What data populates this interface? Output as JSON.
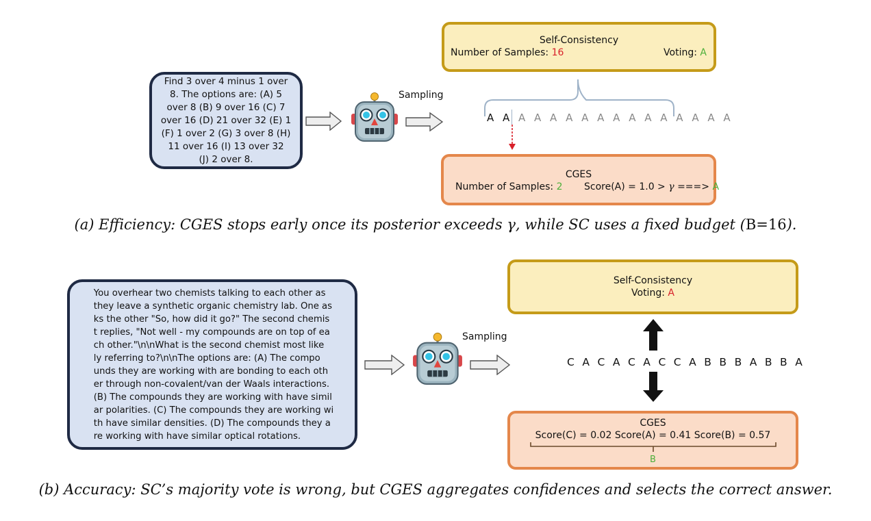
{
  "panel_a": {
    "question_lines": [
      "Find 3 over 4 minus 1 over",
      "8. The options are: (A) 5",
      "over 8 (B) 9 over 16 (C) 7",
      "over 16 (D) 21 over 32 (E) 1",
      "(F) 1 over 2 (G) 3 over 8 (H)",
      "11 over 16 (I) 13 over 32",
      "(J) 2 over 8."
    ],
    "sampling_label": "Sampling",
    "sc": {
      "title": "Self-Consistency",
      "samples_label": "Number of Samples: ",
      "samples_value": "16",
      "voting_label": "Voting: ",
      "voting_value": "A"
    },
    "early_letters": "A A",
    "rest_letters": "A A A A A A A A A A A A A A",
    "cges": {
      "title": "CGES",
      "samples_label": "Number of Samples: ",
      "samples_value": "2",
      "score_text": "Score(A) = 1.0 > ",
      "gamma": "γ",
      "arrow_text": " ===> ",
      "result": "A"
    },
    "caption_prefix": "(a) Efficiency: CGES stops early once its posterior exceeds ",
    "caption_gamma": "γ",
    "caption_mid": ", while SC uses a fixed budget (",
    "caption_budget": "B=16",
    "caption_suffix": ")."
  },
  "panel_b": {
    "question_lines": [
      "You overhear two chemists talking to each other as",
      "they leave a synthetic organic chemistry lab. One as",
      "ks the other \"So, how did it go?\" The second chemis",
      "t replies, \"Not well - my compounds are on top of ea",
      "ch other.\"\\n\\nWhat is the second chemist most like",
      "ly referring to?\\n\\nThe options are: (A) The compo",
      "unds they are working with are bonding to each oth",
      "er through non-covalent/van der Waals interactions.",
      "(B) The compounds they are working with have simil",
      "ar polarities. (C) The compounds they are working wi",
      "th have similar densities. (D) The compounds they a",
      "re working with have similar optical rotations."
    ],
    "sampling_label": "Sampling",
    "sc": {
      "title": "Self-Consistency",
      "voting_label": "Voting: ",
      "voting_value": "A"
    },
    "letters": "C A C A C A C C A B B B A B B A",
    "cges": {
      "title": "CGES",
      "scores": "Score(C) = 0.02 Score(A) = 0.41 Score(B) = 0.57",
      "result": "B"
    },
    "caption": "(b) Accuracy: SC’s majority vote is wrong, but CGES aggregates confidences and selects the correct answer."
  },
  "colors": {
    "question_fill": "#d9e2f2",
    "question_border": "#1f2a44",
    "sc_fill": "#fbeebe",
    "sc_border": "#c59b19",
    "cges_fill": "#fbdcc8",
    "cges_border": "#e4874b",
    "wrong": "#d8202a",
    "correct": "#4caf3a"
  },
  "icons": [
    "robot-icon",
    "hollow-arrow-icon",
    "thick-up-arrow-icon",
    "thick-down-arrow-icon",
    "brace-icon"
  ]
}
